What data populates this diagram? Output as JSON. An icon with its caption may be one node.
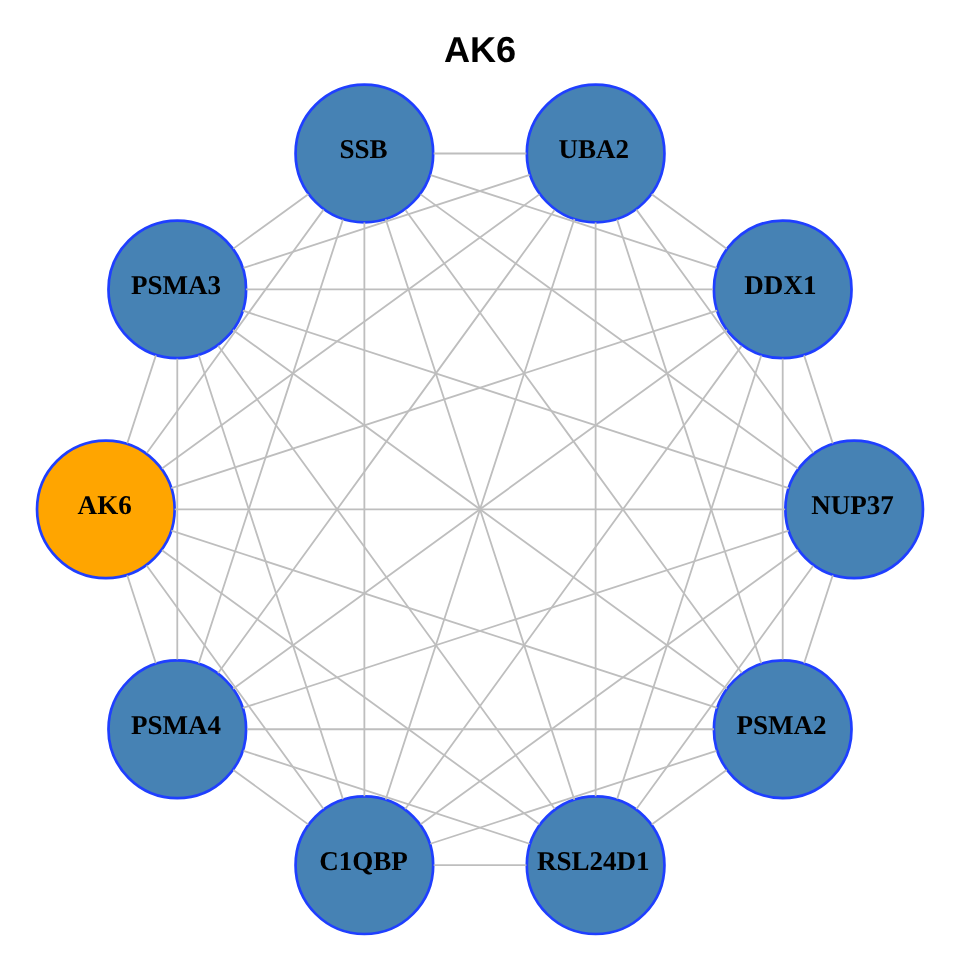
{
  "diagram": {
    "title": "AK6",
    "nodes": [
      {
        "text": [
          "PSMA2"
        ]
      },
      {
        "text": [
          "NUP37"
        ]
      },
      {
        "text": [
          "C1QBP"
        ]
      },
      {
        "text": [
          "PSMA4"
        ]
      },
      {
        "text": [
          "AK6"
        ]
      },
      {
        "text": [
          "PSMA3"
        ]
      },
      {
        "text": [
          "SSB"
        ]
      },
      {
        "text": [
          "UBA2"
        ]
      },
      {
        "text": [
          "DDX1"
        ]
      },
      {
        "text": [
          "RSL24D1"
        ]
      }
    ],
    "edges": [
      {
        "from": 0,
        "to": 1,
        "arrow": "none"
      },
      {
        "from": 0,
        "to": 2,
        "arrow": "none"
      },
      {
        "from": 0,
        "to": 3,
        "arrow": "none"
      },
      {
        "from": 0,
        "to": 4,
        "arrow": "none"
      },
      {
        "from": 0,
        "to": 5,
        "arrow": "none"
      },
      {
        "from": 0,
        "to": 6,
        "arrow": "none"
      },
      {
        "from": 0,
        "to": 7,
        "arrow": "none"
      },
      {
        "from": 0,
        "to": 8,
        "arrow": "none"
      },
      {
        "from": 0,
        "to": 9,
        "arrow": "none"
      },
      {
        "from": 1,
        "to": 2,
        "arrow": "none"
      },
      {
        "from": 1,
        "to": 3,
        "arrow": "none"
      },
      {
        "from": 1,
        "to": 4,
        "arrow": "none"
      },
      {
        "from": 1,
        "to": 5,
        "arrow": "none"
      },
      {
        "from": 1,
        "to": 6,
        "arrow": "none"
      },
      {
        "from": 1,
        "to": 7,
        "arrow": "none"
      },
      {
        "from": 1,
        "to": 8,
        "arrow": "none"
      },
      {
        "from": 1,
        "to": 9,
        "arrow": "none"
      },
      {
        "from": 2,
        "to": 3,
        "arrow": "none"
      },
      {
        "from": 2,
        "to": 4,
        "arrow": "none"
      },
      {
        "from": 2,
        "to": 5,
        "arrow": "none"
      },
      {
        "from": 2,
        "to": 6,
        "arrow": "none"
      },
      {
        "from": 2,
        "to": 7,
        "arrow": "none"
      },
      {
        "from": 2,
        "to": 8,
        "arrow": "none"
      },
      {
        "from": 2,
        "to": 9,
        "arrow": "none"
      },
      {
        "from": 3,
        "to": 4,
        "arrow": "none"
      },
      {
        "from": 3,
        "to": 5,
        "arrow": "none"
      },
      {
        "from": 3,
        "to": 6,
        "arrow": "none"
      },
      {
        "from": 3,
        "to": 7,
        "arrow": "none"
      },
      {
        "from": 3,
        "to": 8,
        "arrow": "none"
      },
      {
        "from": 3,
        "to": 9,
        "arrow": "none"
      },
      {
        "from": 4,
        "to": 5,
        "arrow": "none"
      },
      {
        "from": 4,
        "to": 6,
        "arrow": "none"
      },
      {
        "from": 4,
        "to": 7,
        "arrow": "none"
      },
      {
        "from": 4,
        "to": 8,
        "arrow": "none"
      },
      {
        "from": 4,
        "to": 9,
        "arrow": "none"
      },
      {
        "from": 5,
        "to": 6,
        "arrow": "none"
      },
      {
        "from": 5,
        "to": 7,
        "arrow": "none"
      },
      {
        "from": 5,
        "to": 8,
        "arrow": "none"
      },
      {
        "from": 5,
        "to": 9,
        "arrow": "none"
      },
      {
        "from": 6,
        "to": 7,
        "arrow": "none"
      },
      {
        "from": 6,
        "to": 8,
        "arrow": "none"
      },
      {
        "from": 6,
        "to": 9,
        "arrow": "none"
      },
      {
        "from": 7,
        "to": 8,
        "arrow": "none"
      },
      {
        "from": 7,
        "to": 9,
        "arrow": "none"
      },
      {
        "from": 8,
        "to": 9,
        "arrow": "none"
      }
    ]
  }
}
